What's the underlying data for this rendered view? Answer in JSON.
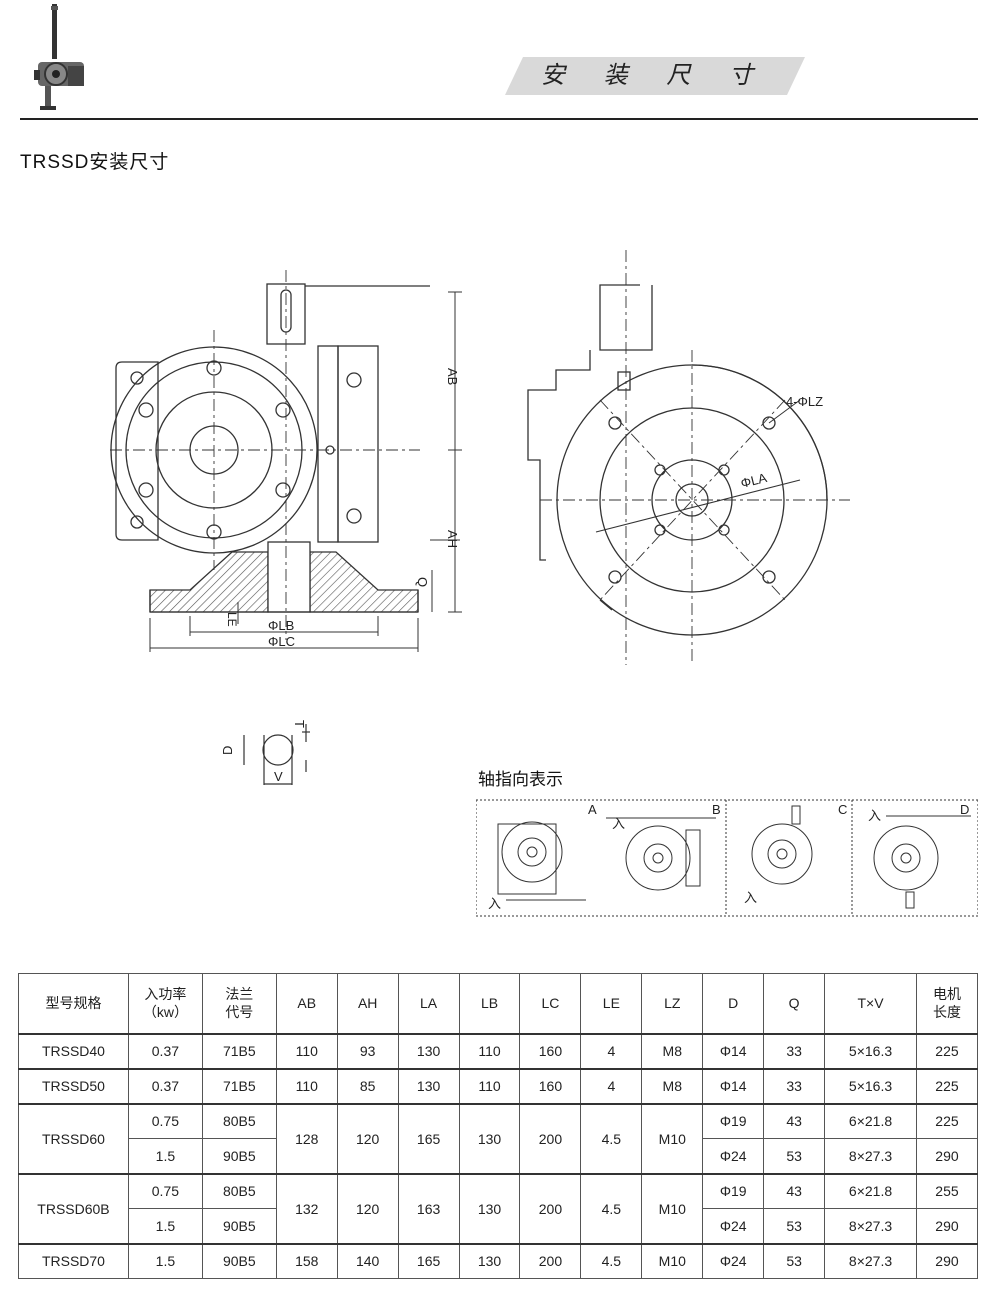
{
  "header": {
    "banner_title": "安 装 尺 寸"
  },
  "section": {
    "title": "TRSSD安装尺寸"
  },
  "drawing": {
    "front_labels": {
      "ab": "AB",
      "ah": "AH",
      "q": "Q",
      "le": "LE",
      "lb": "ΦLB",
      "lc": "ΦLC"
    },
    "side_labels": {
      "lz": "4-ΦLZ",
      "la": "ΦLA"
    },
    "shaft_labels": {
      "d": "D",
      "t": "T",
      "v": "V"
    }
  },
  "shaft_direction": {
    "title": "轴指向表示",
    "panels": [
      {
        "letter": "A",
        "input": "入"
      },
      {
        "letter": "B",
        "input": "入"
      },
      {
        "letter": "C",
        "input": "入"
      },
      {
        "letter": "D",
        "input": "入"
      }
    ]
  },
  "table": {
    "headers": [
      "型号规格",
      "入功率\n（kw）",
      "法兰\n代号",
      "AB",
      "AH",
      "LA",
      "LB",
      "LC",
      "LE",
      "LZ",
      "D",
      "Q",
      "T×V",
      "电机\n长度"
    ],
    "rows": [
      {
        "model": "TRSSD40",
        "power": "0.37",
        "flange": "71B5",
        "ab": "110",
        "ah": "93",
        "la": "130",
        "lb": "110",
        "lc": "160",
        "le": "4",
        "lz": "M8",
        "d": "Φ14",
        "q": "33",
        "tv": "5×16.3",
        "len": "225"
      },
      {
        "model": "TRSSD50",
        "power": "0.37",
        "flange": "71B5",
        "ab": "110",
        "ah": "85",
        "la": "130",
        "lb": "110",
        "lc": "160",
        "le": "4",
        "lz": "M8",
        "d": "Φ14",
        "q": "33",
        "tv": "5×16.3",
        "len": "225"
      },
      {
        "model": "TRSSD60",
        "ab": "128",
        "ah": "120",
        "la": "165",
        "lb": "130",
        "lc": "200",
        "le": "4.5",
        "lz": "M10",
        "sub": [
          {
            "power": "0.75",
            "flange": "80B5",
            "d": "Φ19",
            "q": "43",
            "tv": "6×21.8",
            "len": "225"
          },
          {
            "power": "1.5",
            "flange": "90B5",
            "d": "Φ24",
            "q": "53",
            "tv": "8×27.3",
            "len": "290"
          }
        ]
      },
      {
        "model": "TRSSD60B",
        "ab": "132",
        "ah": "120",
        "la": "163",
        "lb": "130",
        "lc": "200",
        "le": "4.5",
        "lz": "M10",
        "sub": [
          {
            "power": "0.75",
            "flange": "80B5",
            "d": "Φ19",
            "q": "43",
            "tv": "6×21.8",
            "len": "255"
          },
          {
            "power": "1.5",
            "flange": "90B5",
            "d": "Φ24",
            "q": "53",
            "tv": "8×27.3",
            "len": "290"
          }
        ]
      },
      {
        "model": "TRSSD70",
        "power": "1.5",
        "flange": "90B5",
        "ab": "158",
        "ah": "140",
        "la": "165",
        "lb": "130",
        "lc": "200",
        "le": "4.5",
        "lz": "M10",
        "d": "Φ24",
        "q": "53",
        "tv": "8×27.3",
        "len": "290"
      }
    ]
  }
}
